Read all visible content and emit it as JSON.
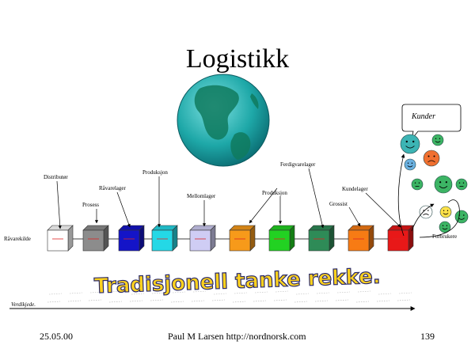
{
  "title": "Logistikk",
  "footer": {
    "date": "25.05.00",
    "author": "Paul M Larsen    http://nordnorsk.com",
    "page": "139"
  },
  "labels": {
    "distributor": "Distributør",
    "prosess": "Prosess",
    "ravarelager": "Råvarelager",
    "produksjon_top": "Produksjon",
    "mellomlager": "Mellomlager",
    "produksjon_mid": "Produksjon",
    "ferdigvarelager": "Ferdigvarelager",
    "kundelager": "Kundelager",
    "grossist": "Grossist",
    "ravarekilde": "Råvarekilde",
    "forbrukere": "Forbrukere",
    "kunder": "Kunder",
    "verdikjede": "Verdikjede.",
    "banner": "Tradisjonell tanke rekke."
  },
  "chain_colors": [
    "#ffffff",
    "#8c8c8c",
    "#1414c8",
    "#24d8e6",
    "#cfcdf4",
    "#f79a1a",
    "#22d222",
    "#2e8b57",
    "#f77b14",
    "#e81818"
  ],
  "customer_colors": {
    "happy": "#3cb4b4",
    "sad": "#f07030",
    "neutral": "#3cb464"
  }
}
